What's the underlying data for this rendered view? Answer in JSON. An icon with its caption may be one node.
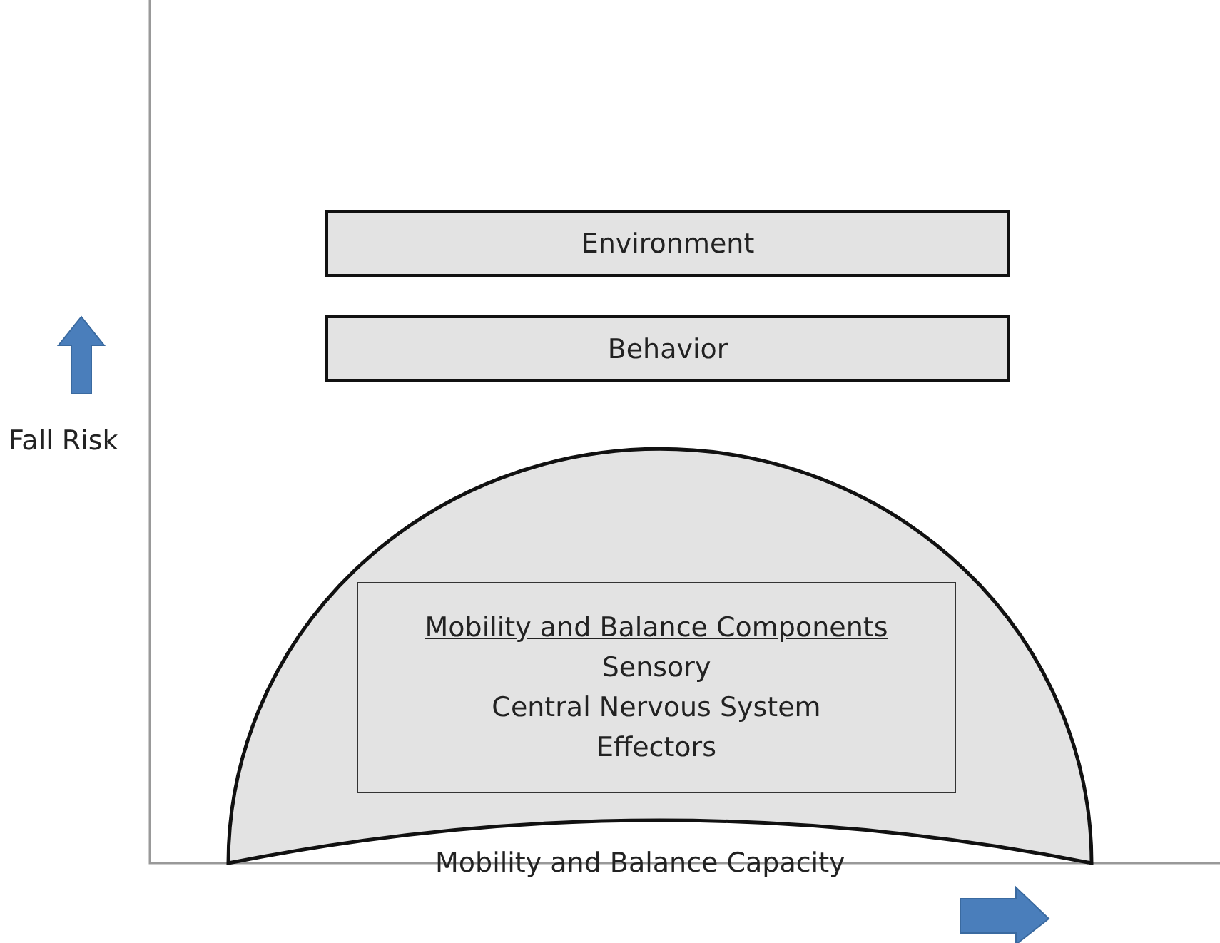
{
  "diagram": {
    "nodes": [
      {
        "text": [
          "Environment"
        ]
      },
      {
        "text": [
          "Behavior"
        ]
      },
      {
        "text": [],
        "shape": "dome"
      },
      {
        "text": [
          "Mobility and Balance Components",
          "Sensory",
          "Central Nervous System",
          "Effectors"
        ],
        "in": 2
      }
    ],
    "edges": [],
    "labels": [
      "Fall Risk",
      "Mobility and Balance Capacity"
    ]
  }
}
